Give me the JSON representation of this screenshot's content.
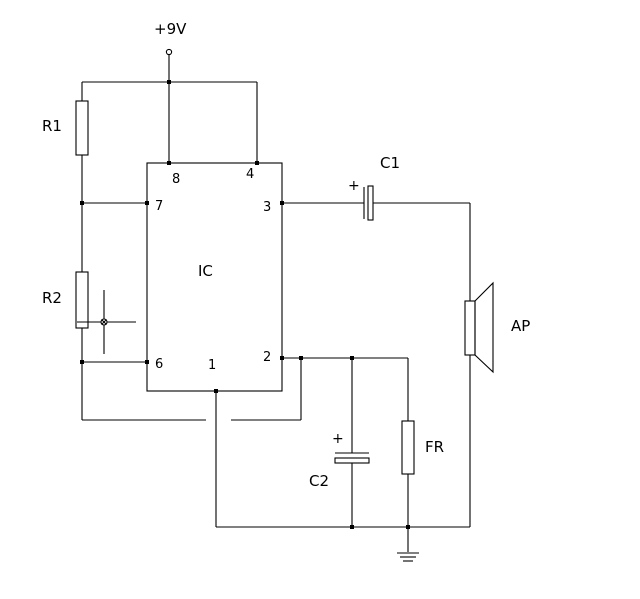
{
  "diagram": {
    "supply_label": "+9V",
    "ic": {
      "label": "IC",
      "pins": {
        "p1": "1",
        "p2": "2",
        "p3": "3",
        "p4": "4",
        "p6": "6",
        "p7": "7",
        "p8": "8"
      }
    },
    "components": {
      "r1": "R1",
      "r2": "R2",
      "c1": "C1",
      "c1_polarity": "+",
      "c2": "C2",
      "c2_polarity": "+",
      "fr": "FR",
      "ap": "AP"
    }
  }
}
